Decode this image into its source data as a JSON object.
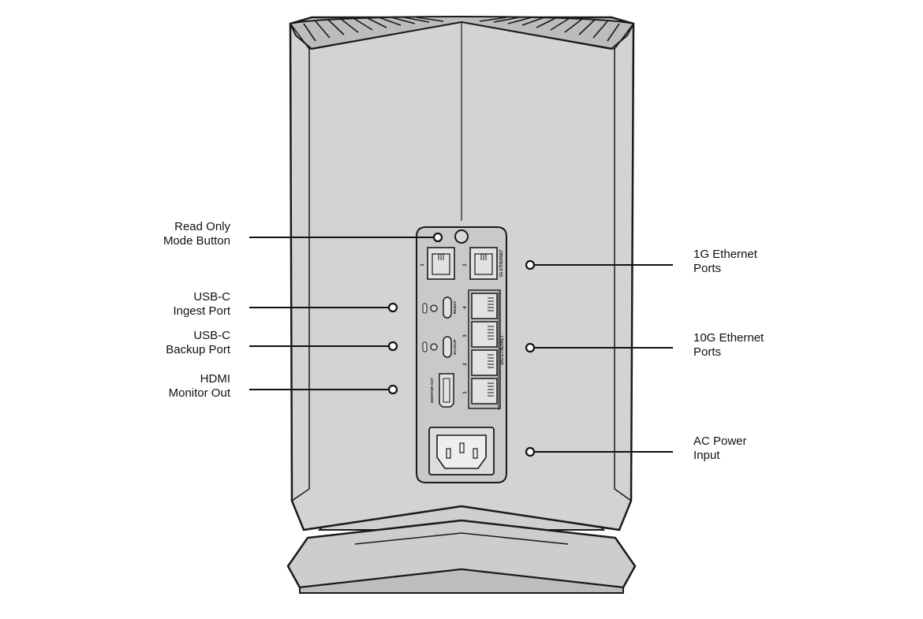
{
  "callouts": {
    "read_only": [
      "Read Only",
      "Mode Button"
    ],
    "usbc_ingest": [
      "USB-C",
      "Ingest Port"
    ],
    "usbc_backup": [
      "USB-C",
      "Backup Port"
    ],
    "hdmi": [
      "HDMI",
      "Monitor Out"
    ],
    "eth_1g": [
      "1G Ethernet",
      "Ports"
    ],
    "eth_10g": [
      "10G Ethernet",
      "Ports"
    ],
    "ac_power": [
      "AC Power",
      "Input"
    ]
  },
  "panel_labels": {
    "eth_1g_tag": "1G ETHERNET",
    "eth_10g_tag": "10G ETHERNET",
    "ingest_tag": "INGEST",
    "backup_tag": "BACKUP",
    "monitor_tag": "MONITOR OUT",
    "port_1": "1",
    "port_2": "2",
    "port_3": "3",
    "port_4": "4"
  },
  "colors": {
    "body": "#d3d3d3",
    "outline": "#1a1a1a",
    "panel": "#c9c9c9"
  }
}
